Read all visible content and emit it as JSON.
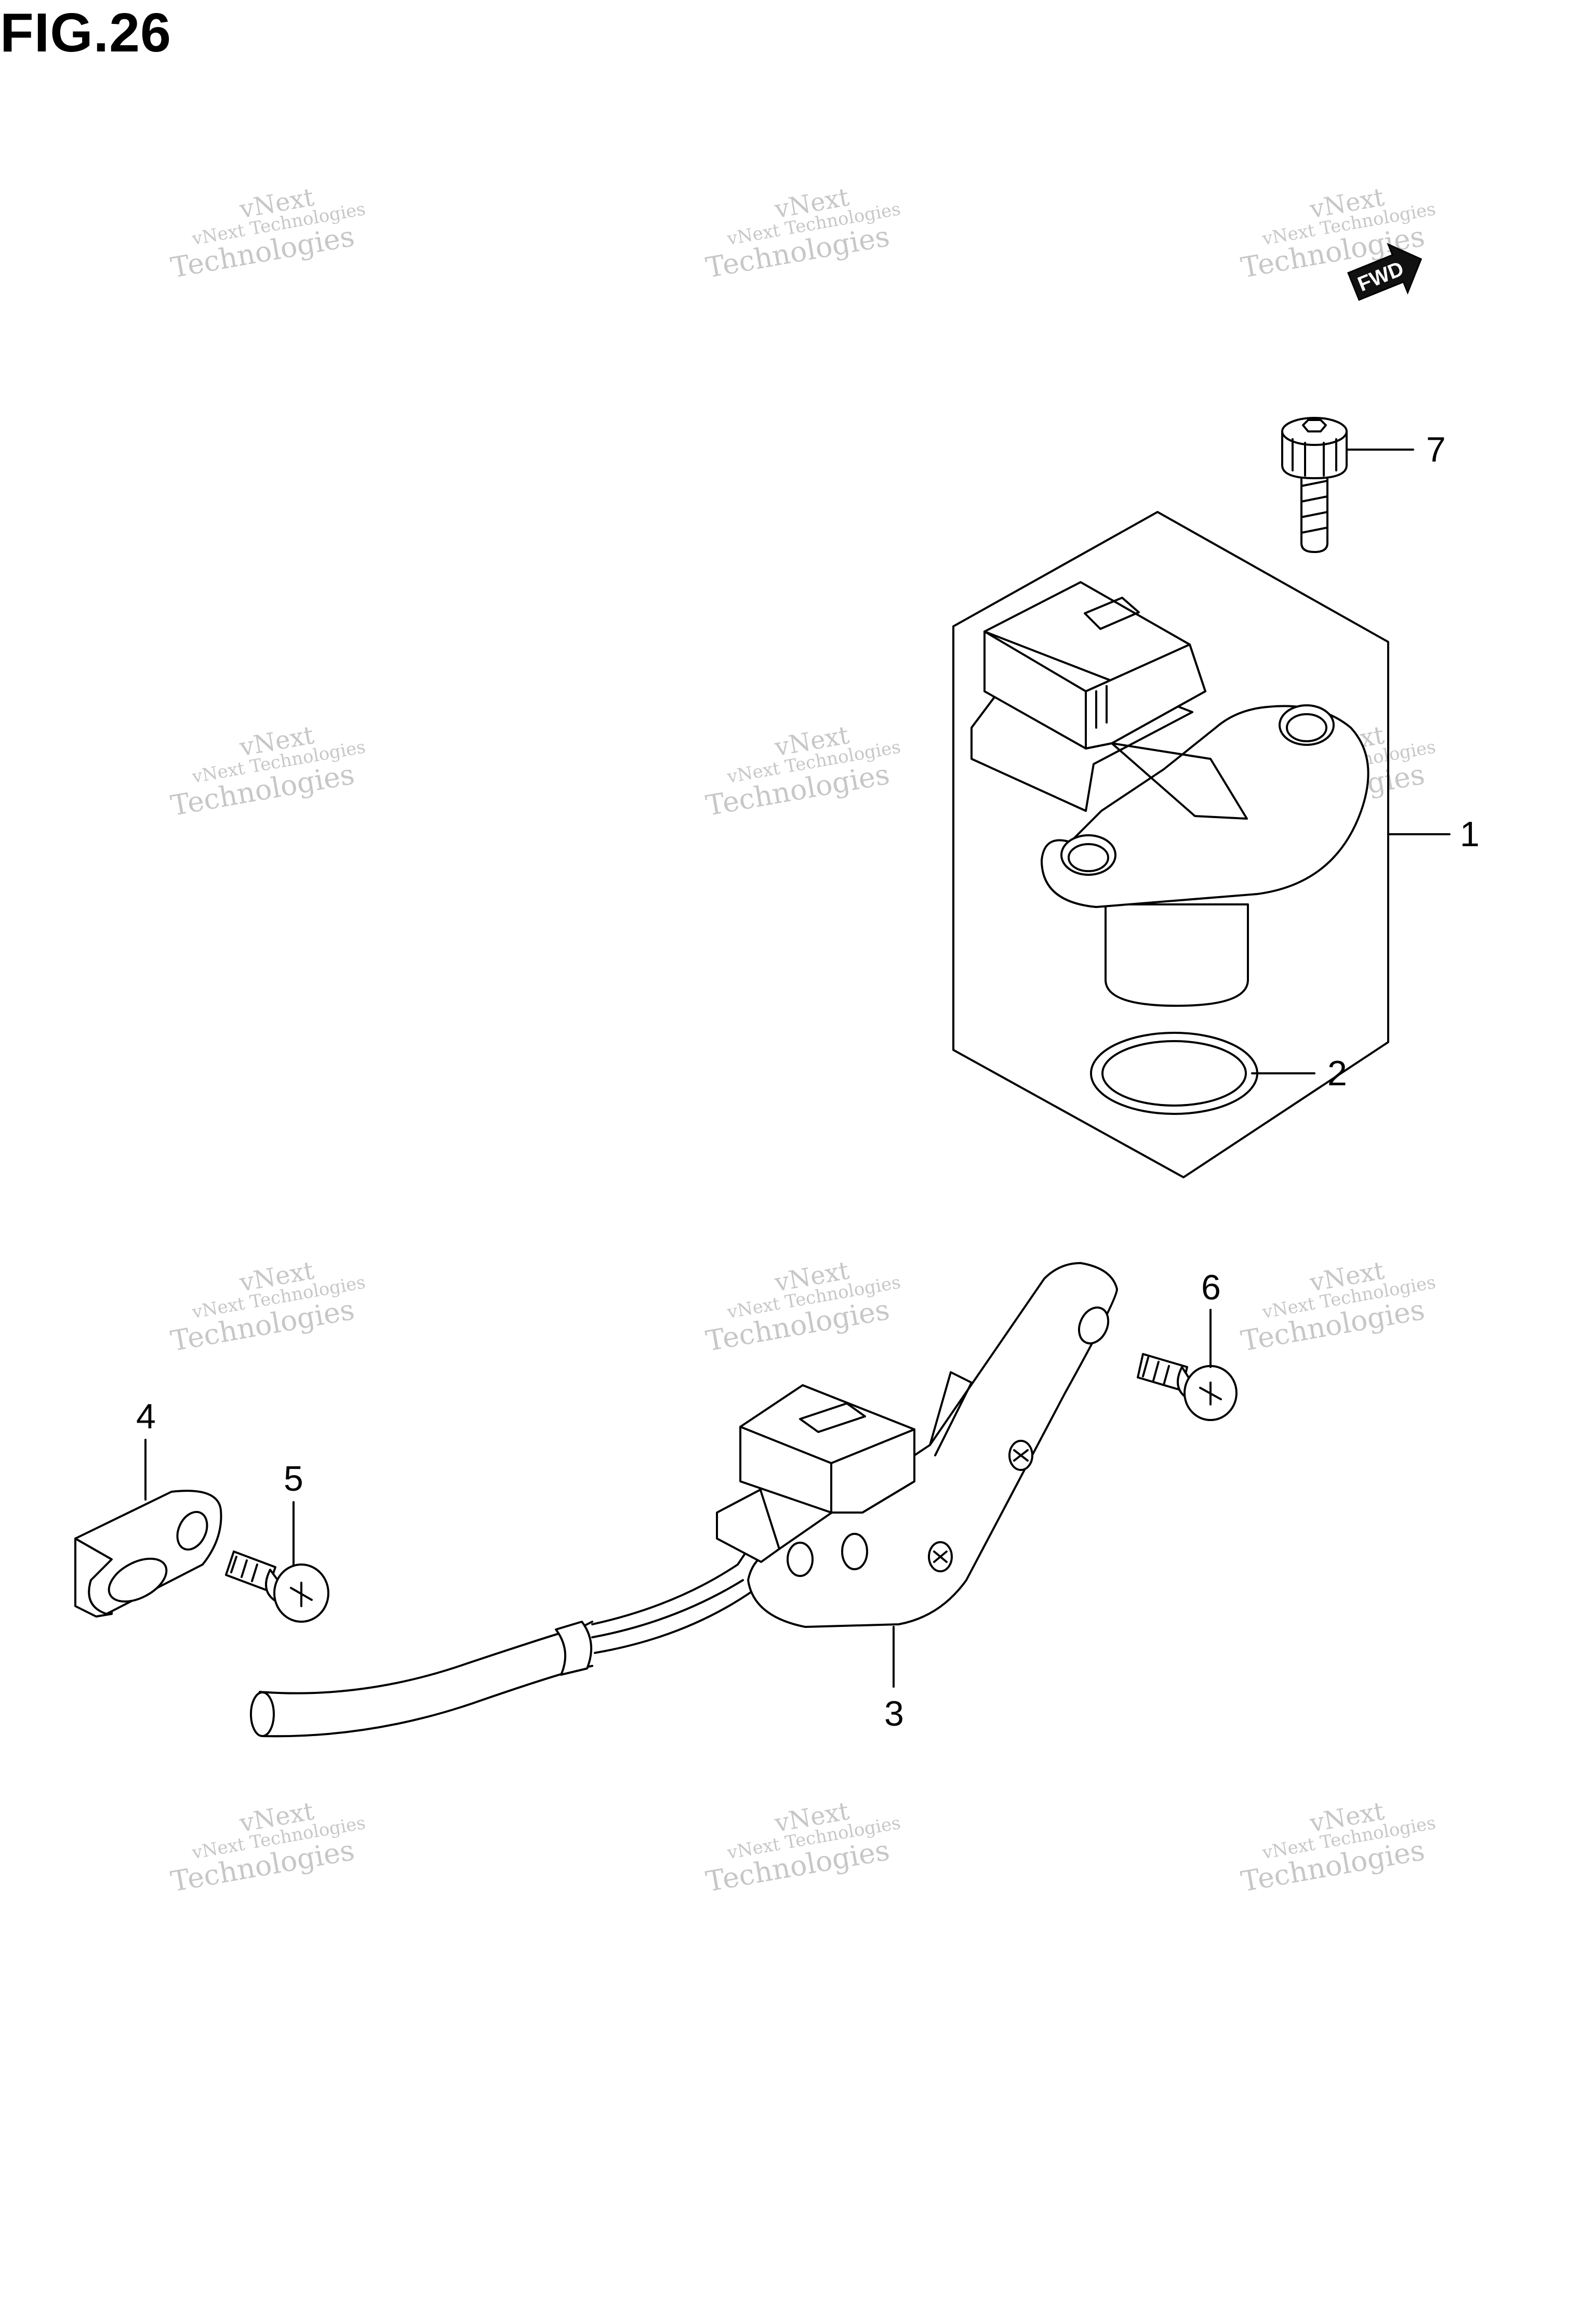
{
  "figure": {
    "title": "FIG.26"
  },
  "fwd_badge": {
    "label": "FWD"
  },
  "watermark": {
    "line1": "vNext",
    "line2": "vNext Technologies",
    "line3": "Technologies"
  },
  "callouts": [
    {
      "number": "1",
      "part": "sensor"
    },
    {
      "number": "2",
      "part": "o-ring"
    },
    {
      "number": "3",
      "part": "sensor-with-harness"
    },
    {
      "number": "4",
      "part": "clamp"
    },
    {
      "number": "5",
      "part": "screw"
    },
    {
      "number": "6",
      "part": "screw"
    },
    {
      "number": "7",
      "part": "bolt"
    }
  ]
}
